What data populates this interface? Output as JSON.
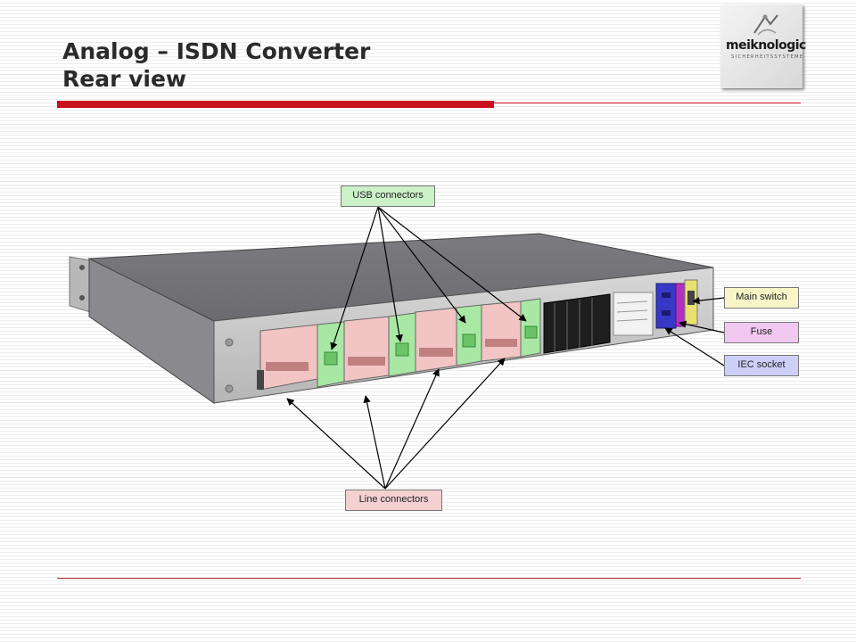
{
  "title": {
    "line1": "Analog – ISDN Converter",
    "line2": "Rear view"
  },
  "logo": {
    "name": "meiknologic",
    "tagline": "SICHERHEITSSYSTEME"
  },
  "callouts": {
    "usb": "USB connectors",
    "line": "Line connectors",
    "main_switch": "Main switch",
    "fuse": "Fuse",
    "iec": "IEC socket"
  },
  "colors": {
    "accent_red": "#c8101e",
    "usb_green": "#ccf0c8",
    "line_pink": "#f4d0d0",
    "switch_yellow": "#f8f6c8",
    "fuse_magenta": "#f0c8f0",
    "iec_blue": "#ccd0f8"
  }
}
